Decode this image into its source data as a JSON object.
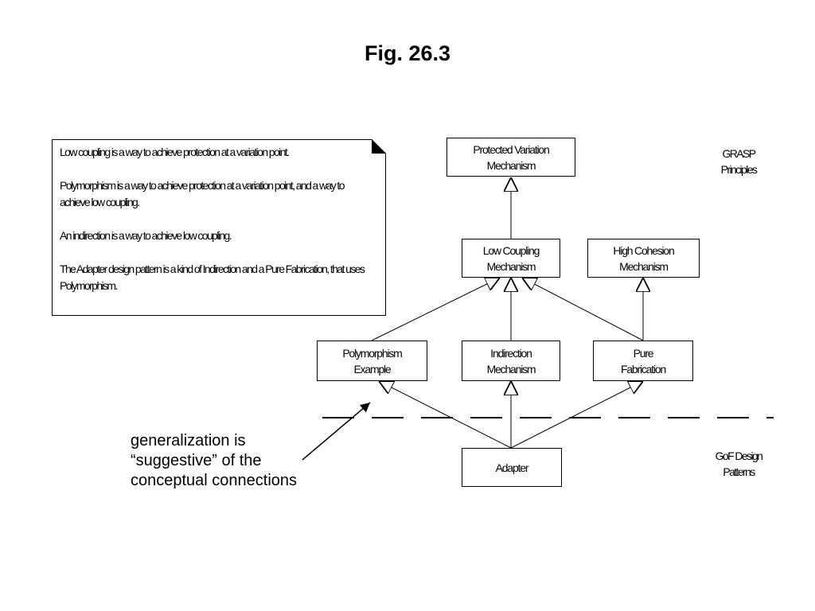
{
  "title": "Fig. 26.3",
  "note": {
    "paragraphs": [
      "Low coupling is a way to achieve protection at a variation point.",
      "Polymorphism is a way to achieve protection at a variation point, and a way to achieve low coupling.",
      "An indirection is a way to achieve low coupling.",
      "The Adapter design pattern is a kind of Indirection and a Pure Fabrication, that uses Polymorphism."
    ]
  },
  "boxes": {
    "protected_variation": [
      "Protected Variation",
      "Mechanism"
    ],
    "low_coupling": [
      "Low Coupling",
      "Mechanism"
    ],
    "high_cohesion": [
      "High Cohesion",
      "Mechanism"
    ],
    "polymorphism": [
      "Polymorphism",
      "Example"
    ],
    "indirection": [
      "Indirection",
      "Mechanism"
    ],
    "pure_fabrication": [
      "Pure",
      "Fabrication"
    ],
    "adapter": [
      "Adapter"
    ]
  },
  "side_labels": {
    "grasp": [
      "GRASP",
      "Principles"
    ],
    "gof": [
      "GoF Design",
      "Patterns"
    ]
  },
  "callout": [
    "generalization is",
    "“suggestive” of the",
    "conceptual connections"
  ]
}
